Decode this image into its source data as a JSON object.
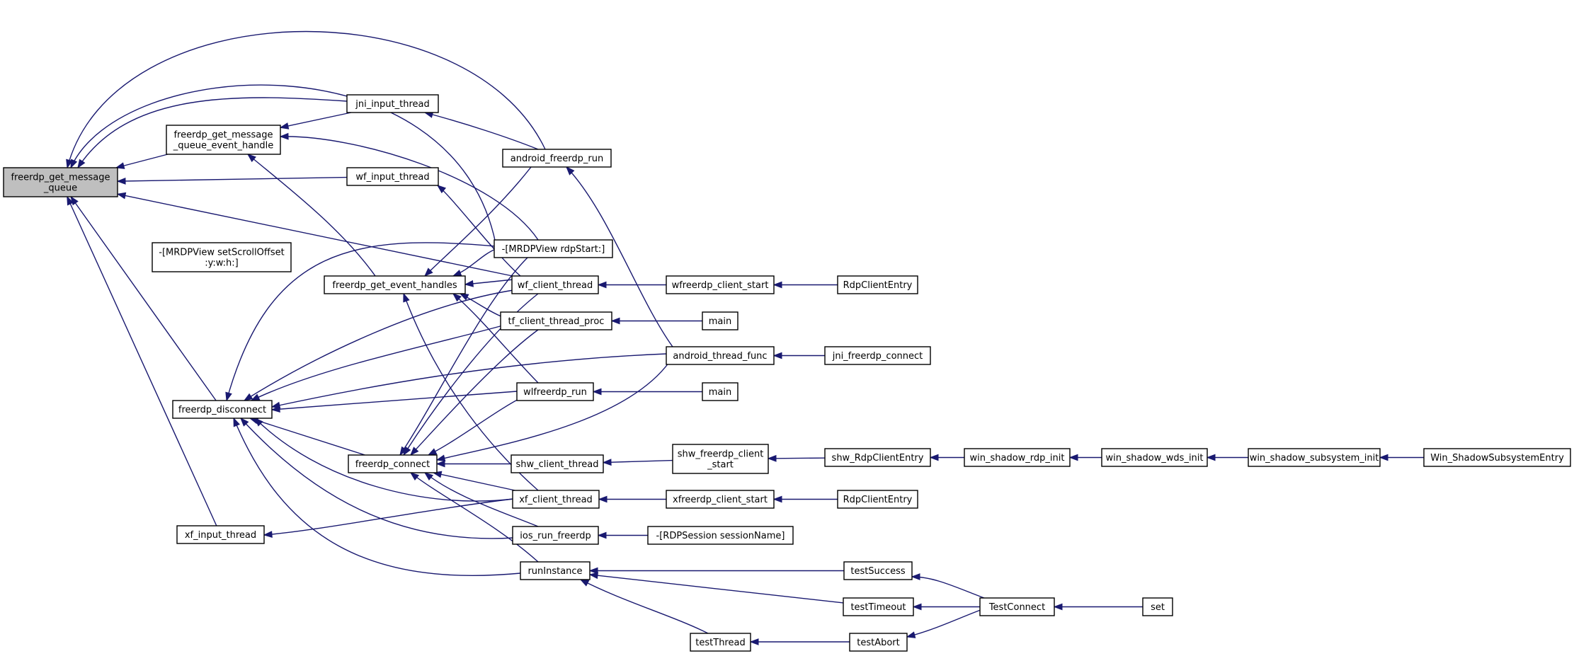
{
  "diagram": {
    "title": "",
    "edge_color": "#191970",
    "root_fill": "#bfbfbf",
    "nodes": [
      {
        "id": "root",
        "lines": [
          "freerdp_get_message",
          "_queue"
        ],
        "root": true
      },
      {
        "id": "fgmqeh",
        "lines": [
          "freerdp_get_message",
          "_queue_event_handle"
        ]
      },
      {
        "id": "jni_input",
        "lines": [
          "jni_input_thread"
        ]
      },
      {
        "id": "wf_input",
        "lines": [
          "wf_input_thread"
        ]
      },
      {
        "id": "mrdp_scroll",
        "lines": [
          "-[MRDPView setScrollOffset",
          ":y:w:h:]"
        ]
      },
      {
        "id": "fgeh",
        "lines": [
          "freerdp_get_event_handles"
        ]
      },
      {
        "id": "fdisc",
        "lines": [
          "freerdp_disconnect"
        ]
      },
      {
        "id": "xf_input",
        "lines": [
          "xf_input_thread"
        ]
      },
      {
        "id": "fconn",
        "lines": [
          "freerdp_connect"
        ]
      },
      {
        "id": "afr",
        "lines": [
          "android_freerdp_run"
        ]
      },
      {
        "id": "mrdp_start",
        "lines": [
          "-[MRDPView rdpStart:]"
        ]
      },
      {
        "id": "wf_client",
        "lines": [
          "wf_client_thread"
        ]
      },
      {
        "id": "tf_client",
        "lines": [
          "tf_client_thread_proc"
        ]
      },
      {
        "id": "wlf_run",
        "lines": [
          "wlfreerdp_run"
        ]
      },
      {
        "id": "shw_client",
        "lines": [
          "shw_client_thread"
        ]
      },
      {
        "id": "xf_client",
        "lines": [
          "xf_client_thread"
        ]
      },
      {
        "id": "ios_run",
        "lines": [
          "ios_run_freerdp"
        ]
      },
      {
        "id": "run_inst",
        "lines": [
          "runInstance"
        ]
      },
      {
        "id": "test_thread",
        "lines": [
          "testThread"
        ]
      },
      {
        "id": "wfc_start",
        "lines": [
          "wfreerdp_client_start"
        ]
      },
      {
        "id": "main1",
        "lines": [
          "main"
        ]
      },
      {
        "id": "atf",
        "lines": [
          "android_thread_func"
        ]
      },
      {
        "id": "main2",
        "lines": [
          "main"
        ]
      },
      {
        "id": "shw_fcs",
        "lines": [
          "shw_freerdp_client",
          "_start"
        ]
      },
      {
        "id": "xfc_start",
        "lines": [
          "xfreerdp_client_start"
        ]
      },
      {
        "id": "rdp_session",
        "lines": [
          "-[RDPSession sessionName]"
        ]
      },
      {
        "id": "rce1",
        "lines": [
          "RdpClientEntry"
        ]
      },
      {
        "id": "jni_conn",
        "lines": [
          "jni_freerdp_connect"
        ]
      },
      {
        "id": "shw_rce",
        "lines": [
          "shw_RdpClientEntry"
        ]
      },
      {
        "id": "rce2",
        "lines": [
          "RdpClientEntry"
        ]
      },
      {
        "id": "test_success",
        "lines": [
          "testSuccess"
        ]
      },
      {
        "id": "test_timeout",
        "lines": [
          "testTimeout"
        ]
      },
      {
        "id": "test_abort",
        "lines": [
          "testAbort"
        ]
      },
      {
        "id": "win_rdp_init",
        "lines": [
          "win_shadow_rdp_init"
        ]
      },
      {
        "id": "test_connect",
        "lines": [
          "TestConnect"
        ]
      },
      {
        "id": "win_wds_init",
        "lines": [
          "win_shadow_wds_init"
        ]
      },
      {
        "id": "set",
        "lines": [
          "set"
        ]
      },
      {
        "id": "win_sub_init",
        "lines": [
          "win_shadow_subsystem_init"
        ]
      },
      {
        "id": "win_sse",
        "lines": [
          "Win_ShadowSubsystemEntry"
        ]
      }
    ],
    "edges": [
      [
        "fgmqeh",
        "root"
      ],
      [
        "jni_input",
        "root"
      ],
      [
        "wf_input",
        "root"
      ],
      [
        "fdisc",
        "root"
      ],
      [
        "xf_input",
        "root"
      ],
      [
        "afr",
        "root"
      ],
      [
        "mrdp_start",
        "root"
      ],
      [
        "wf_client",
        "root"
      ],
      [
        "jni_input",
        "fgmqeh"
      ],
      [
        "fgeh",
        "fgmqeh"
      ],
      [
        "mrdp_start",
        "fgmqeh"
      ],
      [
        "afr",
        "jni_input"
      ],
      [
        "wf_client",
        "wf_input"
      ],
      [
        "afr",
        "fgeh"
      ],
      [
        "mrdp_start",
        "fgeh"
      ],
      [
        "wf_client",
        "fgeh"
      ],
      [
        "tf_client",
        "fgeh"
      ],
      [
        "wlf_run",
        "fgeh"
      ],
      [
        "xf_client",
        "fgeh"
      ],
      [
        "fconn",
        "fdisc"
      ],
      [
        "mrdp_start",
        "fdisc"
      ],
      [
        "wf_client",
        "fdisc"
      ],
      [
        "tf_client",
        "fdisc"
      ],
      [
        "atf",
        "fdisc"
      ],
      [
        "wlf_run",
        "fdisc"
      ],
      [
        "xf_client",
        "fdisc"
      ],
      [
        "ios_run",
        "fdisc"
      ],
      [
        "run_inst",
        "fdisc"
      ],
      [
        "xf_client",
        "xf_input"
      ],
      [
        "mrdp_start",
        "fconn"
      ],
      [
        "wf_client",
        "fconn"
      ],
      [
        "tf_client",
        "fconn"
      ],
      [
        "wlf_run",
        "fconn"
      ],
      [
        "atf",
        "fconn"
      ],
      [
        "shw_client",
        "fconn"
      ],
      [
        "xf_client",
        "fconn"
      ],
      [
        "ios_run",
        "fconn"
      ],
      [
        "run_inst",
        "fconn"
      ],
      [
        "atf",
        "afr"
      ],
      [
        "wfc_start",
        "wf_client"
      ],
      [
        "main1",
        "tf_client"
      ],
      [
        "main2",
        "wlf_run"
      ],
      [
        "shw_fcs",
        "shw_client"
      ],
      [
        "xfc_start",
        "xf_client"
      ],
      [
        "rdp_session",
        "ios_run"
      ],
      [
        "test_success",
        "run_inst"
      ],
      [
        "test_timeout",
        "run_inst"
      ],
      [
        "test_thread",
        "run_inst"
      ],
      [
        "test_abort",
        "test_thread"
      ],
      [
        "rce1",
        "wfc_start"
      ],
      [
        "jni_conn",
        "atf"
      ],
      [
        "shw_rce",
        "shw_fcs"
      ],
      [
        "rce2",
        "xfc_start"
      ],
      [
        "test_connect",
        "test_success"
      ],
      [
        "test_connect",
        "test_timeout"
      ],
      [
        "test_connect",
        "test_abort"
      ],
      [
        "win_rdp_init",
        "shw_rce"
      ],
      [
        "set",
        "test_connect"
      ],
      [
        "win_wds_init",
        "win_rdp_init"
      ],
      [
        "win_sub_init",
        "win_wds_init"
      ],
      [
        "win_sse",
        "win_sub_init"
      ]
    ]
  }
}
